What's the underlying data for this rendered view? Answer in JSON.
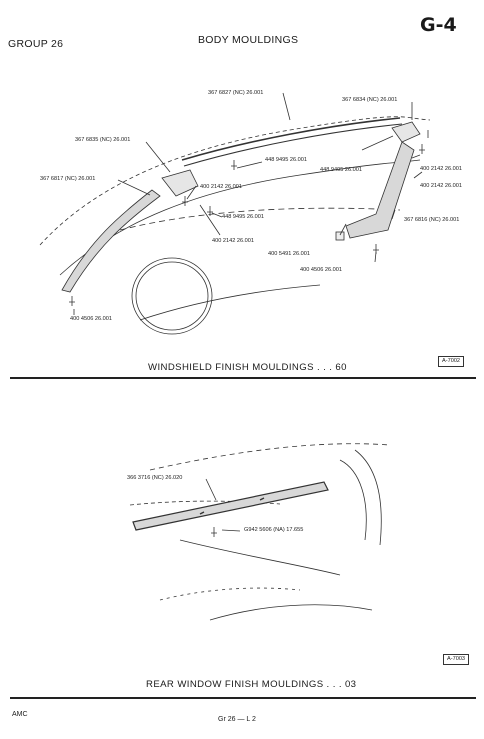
{
  "header": {
    "group": "GROUP 26",
    "section": "BODY MOULDINGS",
    "page_code": "G-4"
  },
  "windshield": {
    "parts": [
      "367 6827 (NC) 26.001",
      "367 6834 (NC) 26.001",
      "367 6835 (NC) 26.001",
      "448 9495 26.001",
      "367 6817 (NC) 26.001",
      "448 9495 26.001",
      "400 2142 26.001",
      "400 2142 26.001",
      "400 2142 26.001",
      "448 9495 26.001",
      "367 6816 (NC) 26.001",
      "400 2142 26.001",
      "400 5491 26.001",
      "400 4506 26.001",
      "400 4506 26.001"
    ],
    "ref": "A-7002",
    "caption": "WINDSHIELD FINISH MOULDINGS . . . 60"
  },
  "rear": {
    "parts": [
      "366 3716 (NC) 26.020",
      "G942 5606 (NA) 17.655"
    ],
    "ref": "A-7003",
    "caption": "REAR WINDOW FINISH MOULDINGS . . . 03"
  },
  "footer": {
    "left": "AMC",
    "center": "Gr 26 — L 2"
  }
}
